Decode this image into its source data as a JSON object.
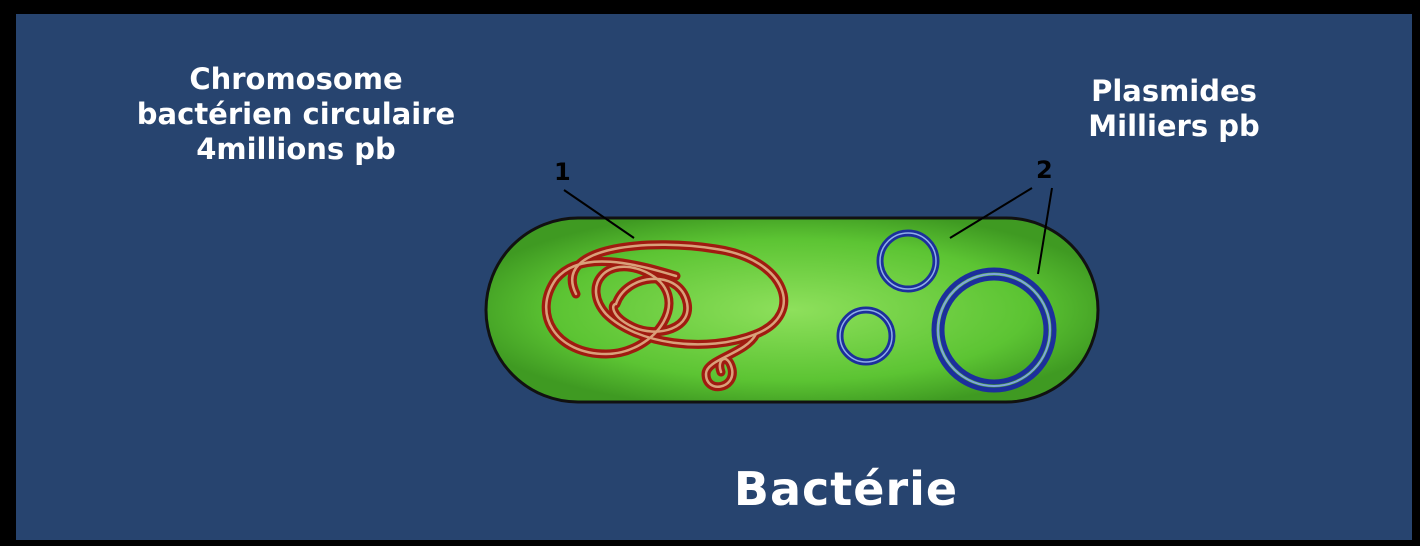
{
  "chromosome_label": {
    "lines": [
      "Chromosome",
      "bactérien circulaire",
      "4millions pb"
    ]
  },
  "plasmid_label": {
    "lines": [
      "Plasmides",
      "Milliers pb"
    ]
  },
  "callouts": {
    "chromosome_number": "1",
    "plasmid_number": "2"
  },
  "title": "Bactérie",
  "colors": {
    "background": "#27446f",
    "cell_fill": "#5cc433",
    "chromosome": "#a01b10",
    "plasmid": "#1c2f9c",
    "text": "#ffffff"
  }
}
